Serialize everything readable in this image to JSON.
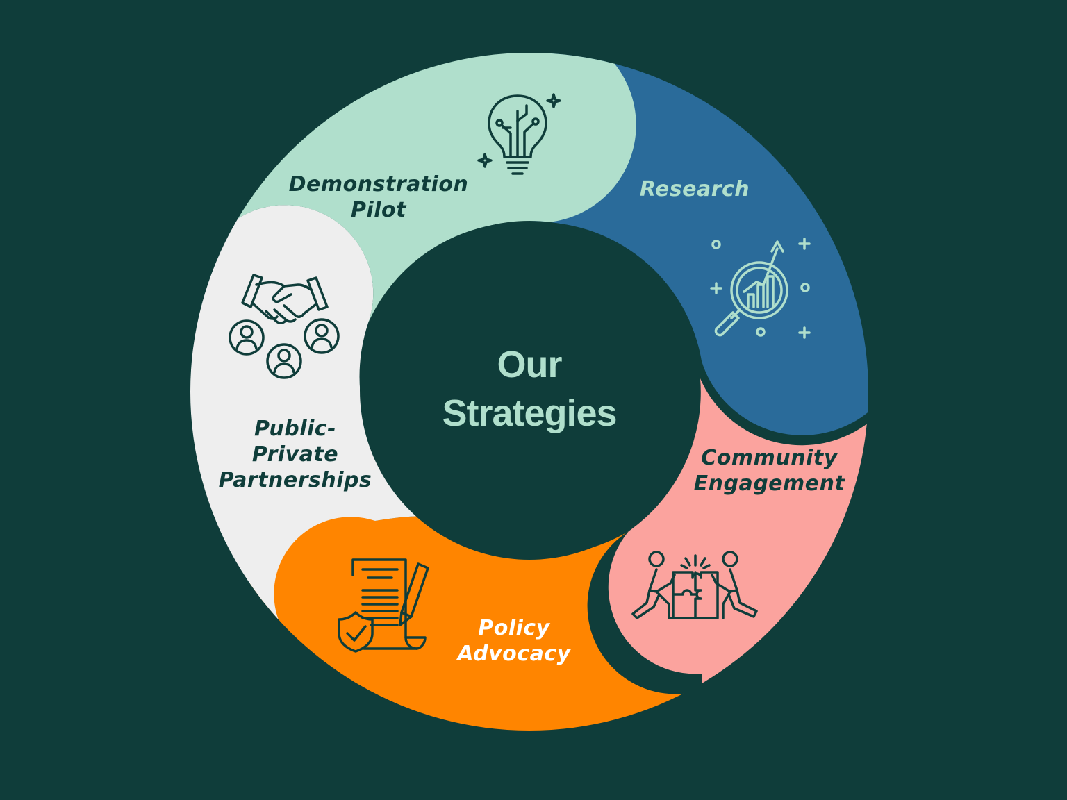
{
  "center": {
    "line1": "Our",
    "line2": "Strategies"
  },
  "segments": [
    {
      "lines": [
        "Research"
      ],
      "color": "#2a6b9a",
      "text_color": "#b0dfcc",
      "icon": "magnifier-growth-chart-icon"
    },
    {
      "lines": [
        "Community",
        "Engagement"
      ],
      "color": "#fba39e",
      "text_color": "#0f3d3a",
      "icon": "people-puzzle-icon"
    },
    {
      "lines": [
        "Policy",
        "Advocacy"
      ],
      "color": "#ff8500",
      "text_color": "#ffffff",
      "icon": "policy-document-pen-icon"
    },
    {
      "lines": [
        "Public-",
        "Private",
        "Partnerships"
      ],
      "color": "#eeeeee",
      "text_color": "#0f3d3a",
      "icon": "handshake-people-icon"
    },
    {
      "lines": [
        "Demonstration",
        "Pilot"
      ],
      "color": "#b0dfcc",
      "text_color": "#0f3d3a",
      "icon": "lightbulb-circuit-icon"
    }
  ],
  "colors": {
    "background": "#0f3d3a",
    "center_text": "#b0dfcc",
    "icon_stroke": "#0f3d3a",
    "research_icon_stroke": "#b0dfcc"
  }
}
